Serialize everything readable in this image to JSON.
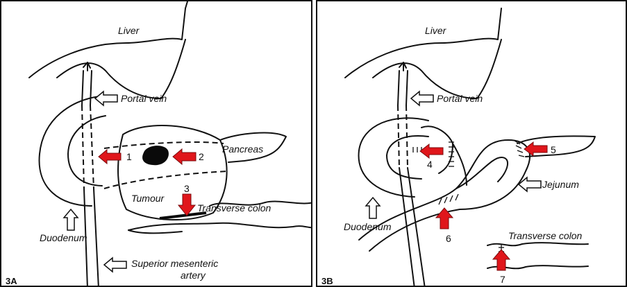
{
  "panel_a": {
    "tag": "3A",
    "labels": {
      "liver": "Liver",
      "portal_vein": "Portal vein",
      "pancreas": "Pancreas",
      "tumour": "Tumour",
      "transverse_colon": "Transverse colon",
      "duodenum": "Duodenum",
      "sma_line1": "Superior mesenteric",
      "sma_line2": "artery"
    },
    "numbers": [
      "1",
      "2",
      "3"
    ]
  },
  "panel_b": {
    "tag": "3B",
    "labels": {
      "liver": "Liver",
      "portal_vein": "Portal vein",
      "jejunum": "Jejunum",
      "duodenum": "Duodenum",
      "transverse_colon": "Transverse colon"
    },
    "numbers": [
      "4",
      "5",
      "6",
      "7"
    ]
  },
  "colors": {
    "arrow_red": "#e0161b",
    "ink": "#111111"
  },
  "icons": [
    "red-arrow-icon",
    "outline-arrow-icon"
  ]
}
